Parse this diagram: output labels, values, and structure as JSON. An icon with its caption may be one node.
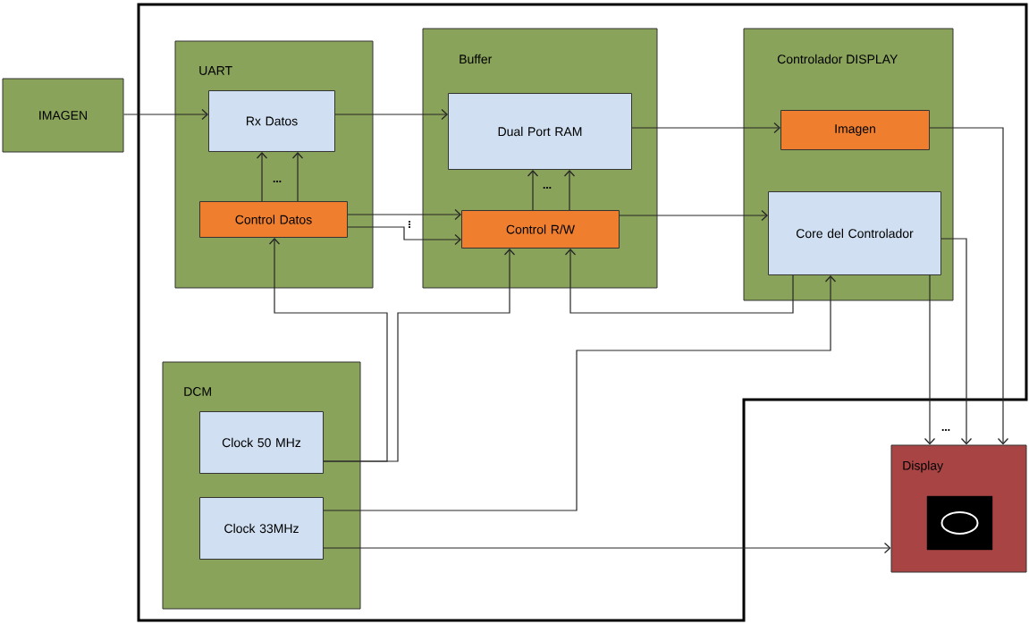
{
  "diagram": {
    "nodes": [
      {
        "text": [
          "IMAGEN"
        ]
      },
      {
        "text": [
          "UART"
        ]
      },
      {
        "text": [
          "Rx Datos"
        ],
        "in": 1
      },
      {
        "text": [
          "Control Datos"
        ],
        "in": 1
      },
      {
        "text": [
          "Buffer"
        ]
      },
      {
        "text": [
          "Dual Port RAM"
        ],
        "in": 4
      },
      {
        "text": [
          "Control R/W"
        ],
        "in": 4
      },
      {
        "text": [
          "Controlador DISPLAY"
        ]
      },
      {
        "text": [
          "Imagen"
        ],
        "in": 7
      },
      {
        "text": [
          "Core del Controlador"
        ],
        "in": 7
      },
      {
        "text": [
          "DCM"
        ]
      },
      {
        "text": [
          "Clock 50 MHz"
        ],
        "in": 10
      },
      {
        "text": [
          "Clock 33MHz"
        ],
        "in": 10
      },
      {
        "text": [
          "Display"
        ]
      }
    ],
    "edges": [
      {
        "from": 0,
        "to": 2,
        "arrow": "to"
      },
      {
        "from": 2,
        "to": 5,
        "arrow": "to"
      },
      {
        "from": 5,
        "to": 8,
        "arrow": "to"
      },
      {
        "from": 3,
        "to": 2,
        "arrow": "to"
      },
      {
        "from": 3,
        "to": 2,
        "arrow": "to"
      },
      {
        "from": 3,
        "to": 6,
        "arrow": "to"
      },
      {
        "from": 3,
        "to": 6,
        "arrow": "to"
      },
      {
        "from": 6,
        "to": 5,
        "arrow": "to"
      },
      {
        "from": 6,
        "to": 5,
        "arrow": "to"
      },
      {
        "from": 6,
        "to": 9,
        "arrow": "to"
      },
      {
        "from": 11,
        "to": 3,
        "arrow": "to"
      },
      {
        "from": 11,
        "to": 6,
        "arrow": "to"
      },
      {
        "from": 9,
        "to": 6,
        "arrow": "to"
      },
      {
        "from": 12,
        "to": 9,
        "arrow": "to"
      },
      {
        "from": 12,
        "to": 13,
        "arrow": "to"
      },
      {
        "from": 9,
        "to": 13,
        "arrow": "to"
      },
      {
        "from": 9,
        "to": 13,
        "arrow": "to"
      },
      {
        "from": 8,
        "to": 13,
        "arrow": "to"
      }
    ],
    "labels": [
      "…",
      "…",
      "⋮",
      "…"
    ]
  }
}
